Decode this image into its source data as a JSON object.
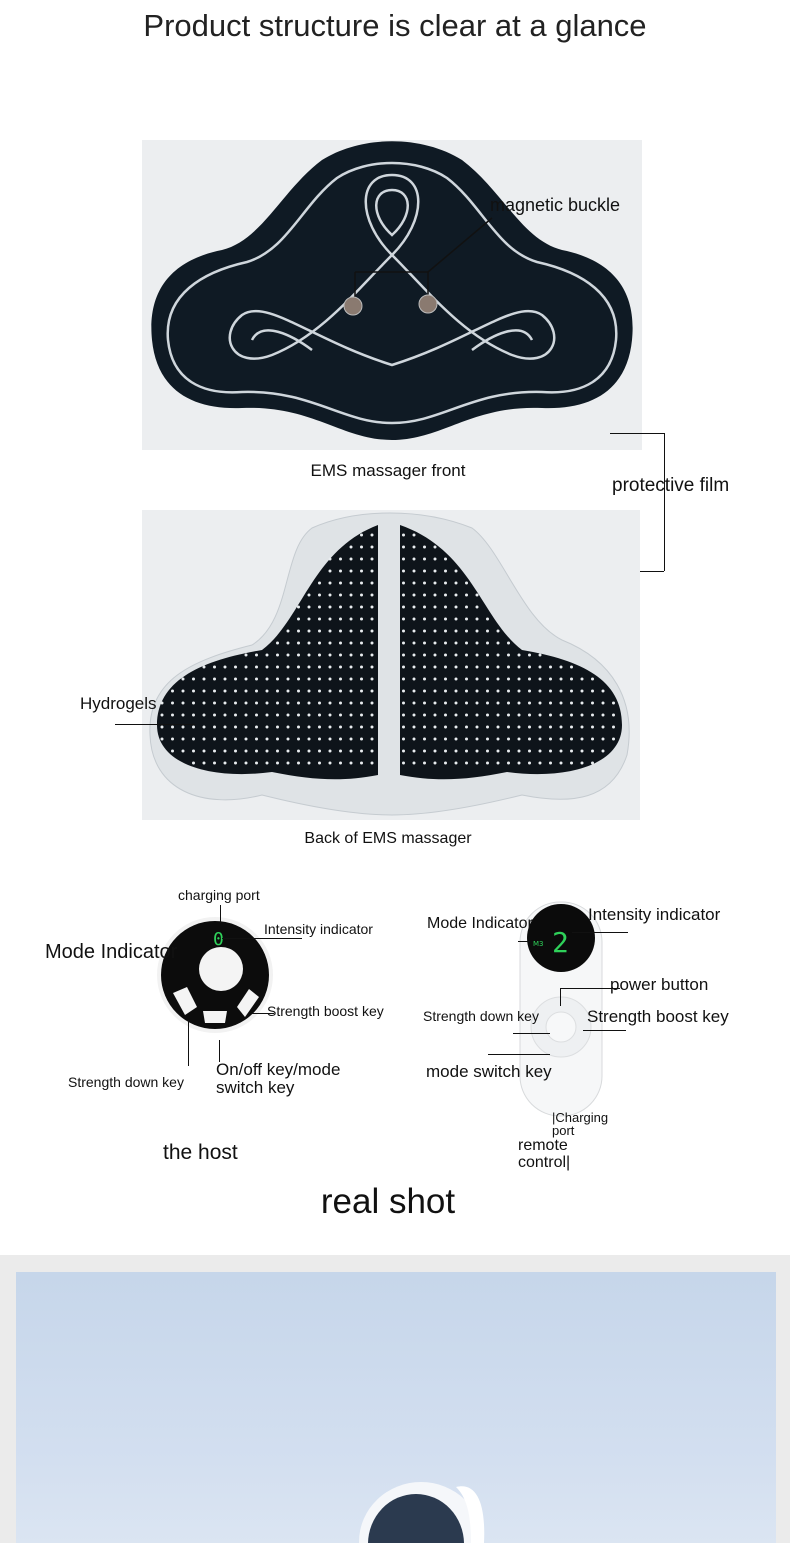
{
  "title": "Product structure is clear at a glance",
  "front": {
    "caption": "EMS massager front",
    "magnetic_buckle": "magnetic buckle"
  },
  "protective_film": "protective film",
  "back": {
    "caption": "Back of EMS massager",
    "hydrogels": "Hydrogels"
  },
  "host": {
    "charging_port": "charging port",
    "intensity_indicator": "Intensity indicator",
    "mode_indicator": "Mode Indicator",
    "strength_boost": "Strength boost key",
    "strength_down": "Strength down key",
    "onoff_line1": "On/off key/mode",
    "onoff_line2": "switch key",
    "display_digit": "0",
    "caption": "the host"
  },
  "remote": {
    "mode_indicator": "Mode Indicator",
    "intensity_indicator": "Intensity indicator",
    "power_button": "power button",
    "strength_down": "Strength down key",
    "strength_boost": "Strength boost key",
    "mode_switch": "mode switch key",
    "charging_line1": "|Charging",
    "charging_line2": "port",
    "caption_line1": "remote",
    "caption_line2": "control|",
    "display_digit": "2",
    "display_mode": "M3"
  },
  "real_shot": "real shot"
}
